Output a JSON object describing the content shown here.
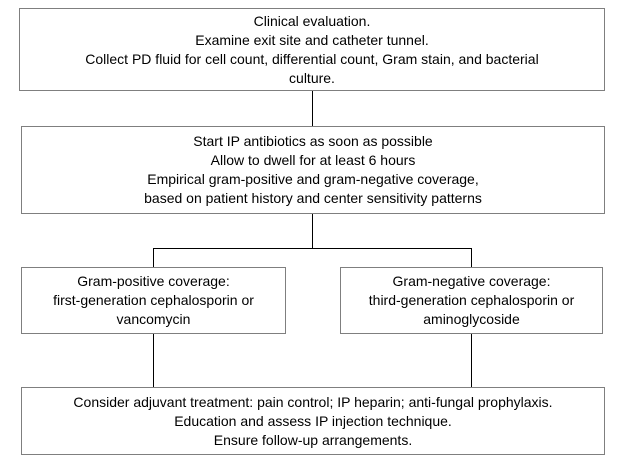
{
  "diagram": {
    "type": "flowchart",
    "topic": "Peritonitis management pathway in peritoneal dialysis",
    "colors": {
      "background": "#ffffff",
      "box_border": "#7f7f7f",
      "connector": "#000000",
      "text": "#000000"
    },
    "nodes": [
      {
        "id": "clinical-evaluation",
        "lines": [
          "Clinical evaluation.",
          "Examine exit site and catheter tunnel.",
          "Collect PD fluid for cell count, differential count, Gram stain, and bacterial",
          "culture."
        ]
      },
      {
        "id": "start-ip-antibiotics",
        "lines": [
          "Start IP antibiotics as soon as possible",
          "Allow to dwell for at least 6 hours",
          "Empirical gram-positive and gram-negative coverage,",
          "based on patient history and center sensitivity patterns"
        ]
      },
      {
        "id": "gram-positive-coverage",
        "lines": [
          "Gram-positive coverage:",
          "first-generation cephalosporin or",
          "vancomycin"
        ]
      },
      {
        "id": "gram-negative-coverage",
        "lines": [
          "Gram-negative coverage:",
          "third-generation cephalosporin or",
          "aminoglycoside"
        ]
      },
      {
        "id": "adjuvant-treatment",
        "lines": [
          "Consider adjuvant treatment: pain control; IP heparin; anti-fungal prophylaxis.",
          "Education and assess IP injection technique.",
          "Ensure follow-up arrangements."
        ]
      }
    ],
    "edges": [
      {
        "from": "clinical-evaluation",
        "to": "start-ip-antibiotics"
      },
      {
        "from": "start-ip-antibiotics",
        "to": "gram-positive-coverage"
      },
      {
        "from": "start-ip-antibiotics",
        "to": "gram-negative-coverage"
      },
      {
        "from": "gram-positive-coverage",
        "to": "adjuvant-treatment"
      },
      {
        "from": "gram-negative-coverage",
        "to": "adjuvant-treatment"
      }
    ]
  }
}
